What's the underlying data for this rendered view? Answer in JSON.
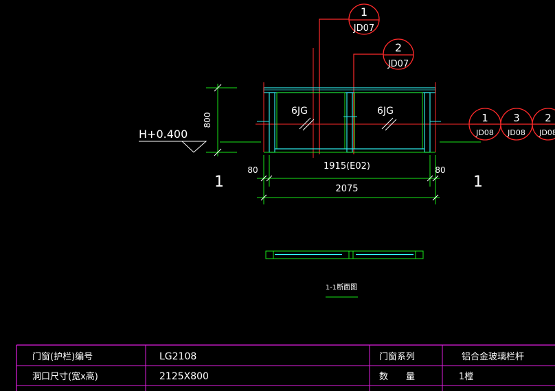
{
  "drawing": {
    "callouts_top": [
      {
        "num": "1",
        "ref": "JD07"
      },
      {
        "num": "2",
        "ref": "JD07"
      }
    ],
    "callouts_right": [
      {
        "num": "1",
        "ref": "JD08"
      },
      {
        "num": "3",
        "ref": "JD08"
      },
      {
        "num": "2",
        "ref": "JD08"
      }
    ],
    "glass_labels": [
      "6JG",
      "6JG"
    ],
    "height_dim": "800",
    "elevation": "H+0.400",
    "section_marks": [
      "1",
      "1"
    ],
    "dim_left": "80",
    "dim_right": "80",
    "dim_inner": "1915(E02)",
    "dim_total": "2075",
    "section_title": "1-1断面图"
  },
  "schedule": {
    "rows": [
      {
        "label": "门窗(护栏)编号",
        "value": "LG2108",
        "label2": "门窗系列",
        "value2": "铝合金玻璃栏杆"
      },
      {
        "label": "洞口尺寸(宽x高)",
        "value": "2125X800",
        "label2": "数　　量",
        "value2": "1樘"
      }
    ]
  },
  "colors": {
    "background": "#000000",
    "red": "#ff2a2a",
    "green": "#19e619",
    "cyan": "#2ee6e6",
    "white": "#ffffff",
    "magenta": "#e01ee0"
  }
}
